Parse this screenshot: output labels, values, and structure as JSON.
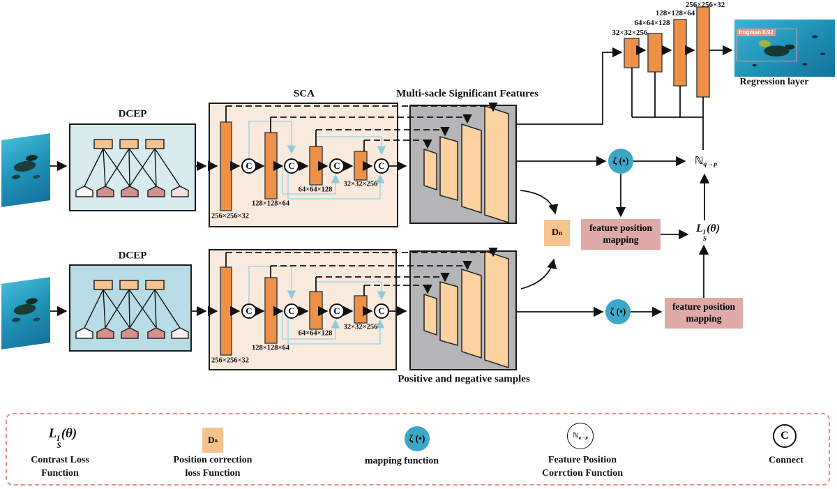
{
  "photos": {
    "detection_label": "frogman 0.92"
  },
  "dcep": {
    "title": "DCEP"
  },
  "sca": {
    "title": "SCA",
    "dims": [
      "256×256×32",
      "128×128×64",
      "64×64×128",
      "32×32×256"
    ]
  },
  "multiscale": {
    "title": "Multi-sacle Significant Features"
  },
  "samples": {
    "title": "Positive and negative samples"
  },
  "regression": {
    "title": "Regression layer",
    "dims": [
      "32×32×256",
      "64×64×128",
      "128×128×64",
      "256×256×32"
    ]
  },
  "mapping": {
    "line1": "feature position",
    "line2": "mapping"
  },
  "symbols": {
    "zeta": "ζ (•)",
    "connect": "C",
    "dn_main": "D",
    "dn_sub": "n",
    "nset": "ℕ",
    "nsub": "q→p",
    "L": "L",
    "Lsup": "I",
    "Lsub": "S",
    "Ltail": "(θ)"
  },
  "legend": {
    "items": [
      {
        "caption1": "Contrast Loss",
        "caption2": "Function"
      },
      {
        "caption1": "Position correction",
        "caption2": "loss Function"
      },
      {
        "caption1": "mapping function",
        "caption2": ""
      },
      {
        "caption1": "Feature Position",
        "caption2": "Corrction Function"
      },
      {
        "caption1": "Connect",
        "caption2": ""
      }
    ]
  },
  "colors": {
    "accent_orange": "#ee9046",
    "peach": "#fbd2a0",
    "teal_circle": "#3da7c7",
    "pink_box": "#ddaaa8",
    "dn_box": "#f6c28d",
    "sca_bg": "#faeadd",
    "dcep_bg_top": "#d8ecef",
    "dcep_bg_bottom": "#b7dce6",
    "gray_box": "#b5b5b7",
    "legend_border": "#e29086",
    "blue_wire": "#a6d7e8"
  }
}
